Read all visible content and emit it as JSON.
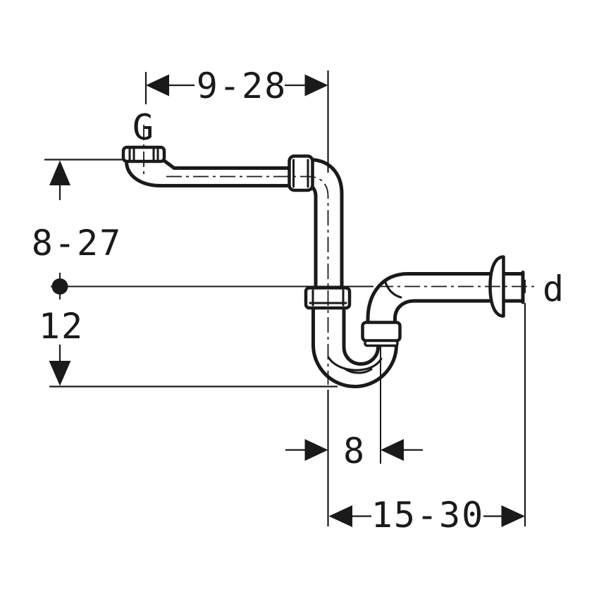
{
  "drawing": {
    "labels": {
      "inlet_thread": "G",
      "outlet_diameter": "d"
    },
    "dimensions": {
      "top_horizontal": "9-28",
      "left_upper": "8-27",
      "left_lower": "12",
      "center_offset": "8",
      "bottom_horizontal": "15-30"
    },
    "colors": {
      "ink": "#1a1a1a",
      "background": "#ffffff"
    }
  }
}
